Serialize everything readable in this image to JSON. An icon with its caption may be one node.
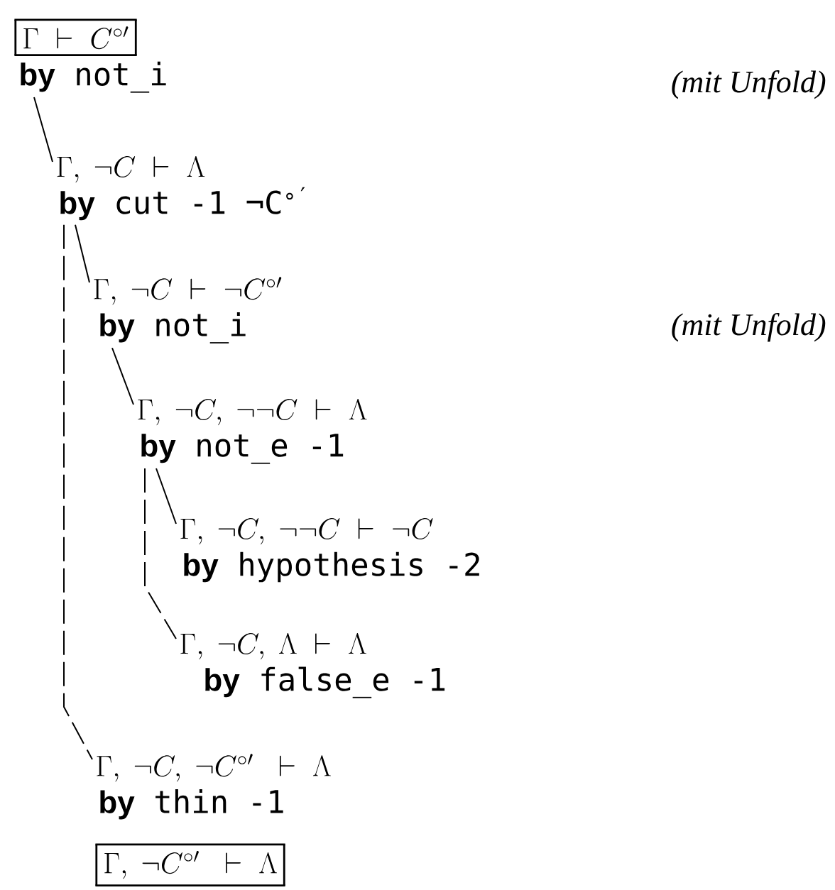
{
  "diagram": {
    "nodes": [
      {
        "text": [
          "\\Gamma \\;\\vdash\\; C^{\\circ\\prime}",
          "**by** not_i"
        ]
      },
      {
        "text": [
          "\\Gamma,\\ \\neg C \\;\\vdash\\; \\Lambda",
          "**by** cut -1 ¬C$^{∘′}$"
        ]
      },
      {
        "text": [
          "\\Gamma,\\ \\neg C \\;\\vdash\\; \\neg C^{\\circ\\prime}",
          "**by** not_i"
        ]
      },
      {
        "text": [
          "\\Gamma,\\ \\neg C,\\ \\neg\\neg C \\;\\vdash\\; \\Lambda",
          "**by** not_e -1"
        ]
      },
      {
        "text": [
          "\\Gamma,\\ \\neg C,\\ \\neg\\neg C \\;\\vdash\\; \\neg C",
          "**by** hypothesis -2"
        ]
      },
      {
        "text": [
          "\\Gamma,\\ \\neg C,\\ \\Lambda \\;\\vdash\\; \\Lambda",
          "**by** false_e -1"
        ]
      },
      {
        "text": [
          "\\Gamma,\\ \\neg C,\\ \\neg C^{\\circ\\prime} \\;\\;\\vdash\\; \\Lambda",
          "**by** thin -1"
        ]
      },
      {
        "text": [
          "\\Gamma,\\ \\neg C^{\\circ\\prime} \\;\\;\\vdash\\; \\Lambda"
        ]
      }
    ],
    "edges": [
      {
        "from": 0,
        "to": 1,
        "arrow": "none"
      },
      {
        "from": 1,
        "to": 2,
        "arrow": "none"
      },
      {
        "from": 2,
        "to": 3,
        "arrow": "none"
      },
      {
        "from": 3,
        "to": 4,
        "arrow": "none"
      },
      {
        "from": 3,
        "to": 5,
        "arrow": "none",
        "style": "dashed"
      },
      {
        "from": 1,
        "to": 6,
        "arrow": "none",
        "style": "dashed"
      }
    ],
    "labels": [
      "(mit Unfold)",
      "(mit Unfold)"
    ]
  }
}
